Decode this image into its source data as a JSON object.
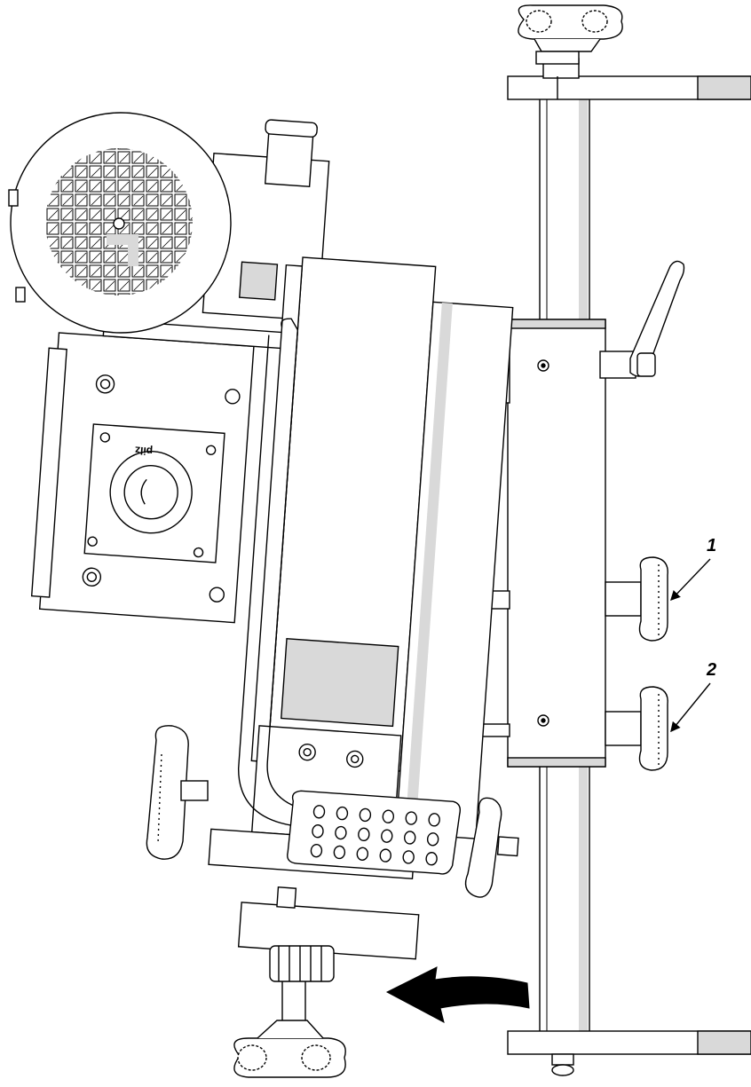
{
  "callouts": [
    {
      "label": "1",
      "target": "upper-clamp-knob"
    },
    {
      "label": "2",
      "target": "lower-clamp-knob"
    }
  ],
  "device_logo": "pilz",
  "arrow": {
    "direction": "left"
  },
  "colors": {
    "line": "#000000",
    "shade": "#d9d9d9",
    "fill": "#ffffff"
  }
}
